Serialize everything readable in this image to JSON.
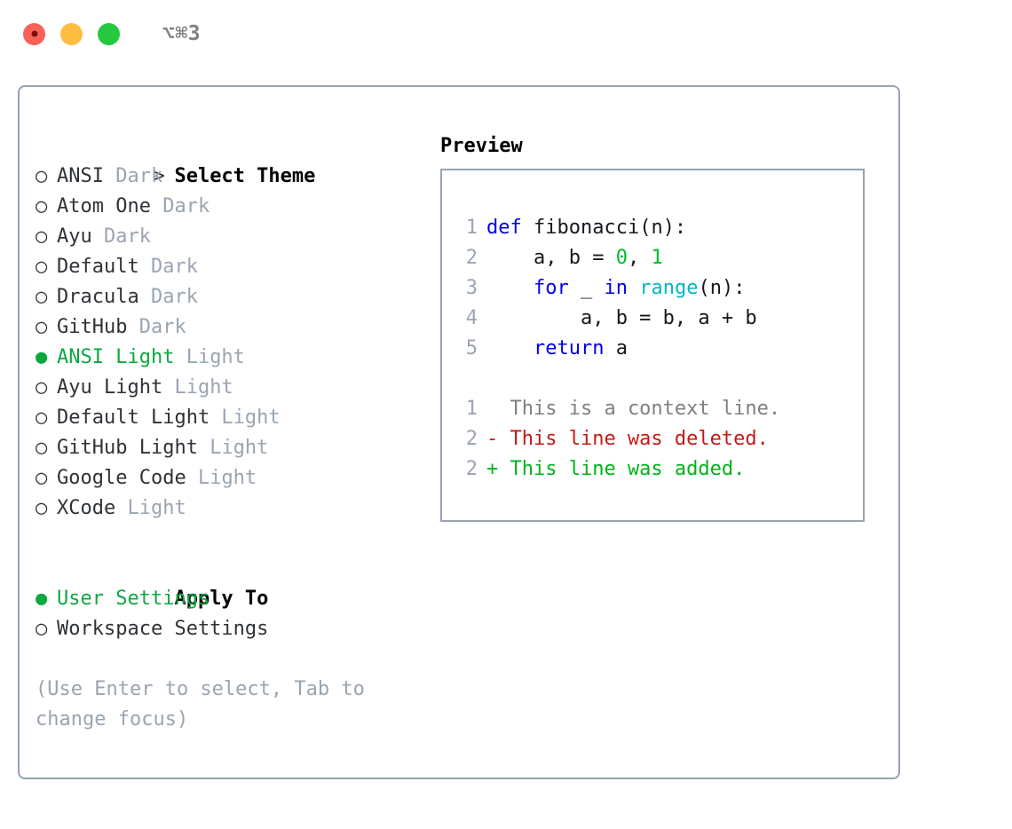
{
  "titlebar": {
    "shortcut": "⌥⌘3",
    "buttons": [
      {
        "name": "close",
        "color": "#fa6158"
      },
      {
        "name": "minimize",
        "color": "#fcbd40"
      },
      {
        "name": "zoom",
        "color": "#25c83f"
      }
    ]
  },
  "theme_picker": {
    "heading_marker": ">",
    "heading": "Select Theme",
    "marker_selected": "●",
    "marker_unselected": "○",
    "items": [
      {
        "marker": "○",
        "name": "ANSI",
        "suffix": "Dark",
        "selected": false
      },
      {
        "marker": "○",
        "name": "Atom One",
        "suffix": "Dark",
        "selected": false
      },
      {
        "marker": "○",
        "name": "Ayu",
        "suffix": "Dark",
        "selected": false
      },
      {
        "marker": "○",
        "name": "Default",
        "suffix": "Dark",
        "selected": false
      },
      {
        "marker": "○",
        "name": "Dracula",
        "suffix": "Dark",
        "selected": false
      },
      {
        "marker": "○",
        "name": "GitHub",
        "suffix": "Dark",
        "selected": false
      },
      {
        "marker": "●",
        "name": "ANSI Light",
        "suffix": "Light",
        "selected": true
      },
      {
        "marker": "○",
        "name": "Ayu Light",
        "suffix": "Light",
        "selected": false
      },
      {
        "marker": "○",
        "name": "Default Light",
        "suffix": "Light",
        "selected": false
      },
      {
        "marker": "○",
        "name": "GitHub Light",
        "suffix": "Light",
        "selected": false
      },
      {
        "marker": "○",
        "name": "Google Code",
        "suffix": "Light",
        "selected": false
      },
      {
        "marker": "○",
        "name": "XCode",
        "suffix": "Light",
        "selected": false
      }
    ]
  },
  "apply_to": {
    "heading": "Apply To",
    "items": [
      {
        "marker": "●",
        "label": "User Settings",
        "selected": true
      },
      {
        "marker": "○",
        "label": "Workspace Settings",
        "selected": false
      }
    ]
  },
  "hint": "(Use Enter to select, Tab to change focus)",
  "preview": {
    "title": "Preview",
    "code_lines": [
      {
        "number": "1",
        "tokens": [
          {
            "text": "def",
            "kind": "kw"
          },
          {
            "text": " fibonacci(n):",
            "kind": "plain"
          }
        ]
      },
      {
        "number": "2",
        "tokens": [
          {
            "text": "    a, b = ",
            "kind": "plain"
          },
          {
            "text": "0",
            "kind": "num"
          },
          {
            "text": ", ",
            "kind": "plain"
          },
          {
            "text": "1",
            "kind": "num"
          }
        ]
      },
      {
        "number": "3",
        "tokens": [
          {
            "text": "    ",
            "kind": "plain"
          },
          {
            "text": "for",
            "kind": "kw"
          },
          {
            "text": " _ ",
            "kind": "plain"
          },
          {
            "text": "in",
            "kind": "kw"
          },
          {
            "text": " ",
            "kind": "plain"
          },
          {
            "text": "range",
            "kind": "fn"
          },
          {
            "text": "(n):",
            "kind": "plain"
          }
        ]
      },
      {
        "number": "4",
        "tokens": [
          {
            "text": "        a, b = b, a + b",
            "kind": "plain"
          }
        ]
      },
      {
        "number": "5",
        "tokens": [
          {
            "text": "    ",
            "kind": "plain"
          },
          {
            "text": "return",
            "kind": "kw"
          },
          {
            "text": " a",
            "kind": "plain"
          }
        ]
      }
    ],
    "diff_lines": [
      {
        "number": "1",
        "marker": "  ",
        "text": "  This is a context line.",
        "kind": "ctx"
      },
      {
        "number": "2",
        "marker": "- ",
        "text": "- This line was deleted.",
        "kind": "del"
      },
      {
        "number": "2",
        "marker": "+ ",
        "text": "+ This line was added.",
        "kind": "add"
      }
    ]
  },
  "colors": {
    "accent_green": "#0aa83f",
    "muted_gray": "#9aa5b1",
    "border": "#98a3b3",
    "keyword_blue": "#0000e8",
    "function_cyan": "#00b6c4",
    "number_green": "#00bb33",
    "diff_add": "#00b21b",
    "diff_del": "#c21b17",
    "text": "#2f3337"
  }
}
